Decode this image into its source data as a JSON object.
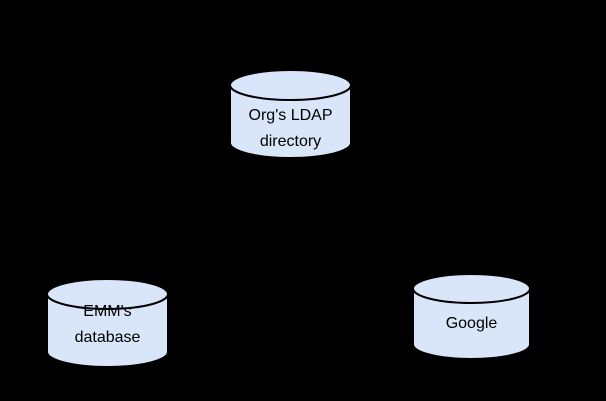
{
  "page": {
    "background_color": "#000000"
  },
  "diagram": {
    "style": {
      "node_fill": "#d9e5f8",
      "node_stroke": "#000000",
      "text_color": "#000000"
    },
    "nodes": {
      "ldap": {
        "line1": "Org's LDAP",
        "line2": "directory"
      },
      "emm": {
        "line1": "EMM's",
        "line2": "database"
      },
      "google": {
        "line1": "Google"
      }
    }
  }
}
